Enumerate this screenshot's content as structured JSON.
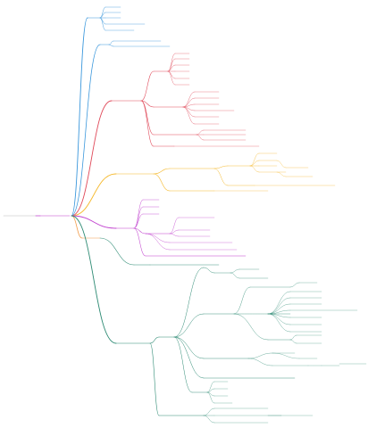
{
  "root": {
    "text": ""
  },
  "center": {
    "text": ""
  },
  "branches": [
    {
      "id": "blue",
      "color": "#3a97dc",
      "text": "",
      "groups": [
        {
          "text": "",
          "leaves": [
            "",
            "",
            "",
            "",
            ""
          ]
        },
        {
          "text": "",
          "leaves": [
            "",
            ""
          ]
        }
      ]
    },
    {
      "id": "orange",
      "color": "#f39c4a",
      "text": "",
      "nodes": []
    },
    {
      "id": "red",
      "color": "#e04a5a",
      "text": "",
      "groups": [
        {
          "text": "",
          "leaves": [
            "",
            "",
            "",
            "",
            "",
            ""
          ]
        },
        {
          "text": "",
          "leaves": [
            "",
            "",
            "",
            "",
            "",
            ""
          ]
        },
        {
          "text": "",
          "leaves": [
            "",
            "",
            ""
          ]
        },
        {
          "text": "",
          "leaves": [
            ""
          ]
        }
      ]
    },
    {
      "id": "yellow",
      "color": "#f5b82a",
      "text": "",
      "groups": [
        {
          "text": "",
          "leaves": [
            "",
            "",
            "",
            ""
          ]
        },
        {
          "text": "",
          "leaves": [
            "",
            ""
          ]
        }
      ]
    },
    {
      "id": "magenta",
      "color": "#c03fce",
      "text": "",
      "groups": [
        {
          "text": "",
          "leaves": [
            "",
            "",
            ""
          ]
        },
        {
          "text": "",
          "leaves": [
            "",
            "",
            "",
            "",
            ""
          ]
        }
      ]
    },
    {
      "id": "teal",
      "color": "#2e8b74",
      "text": "",
      "groups": [
        {
          "text": "",
          "leaves": [
            "",
            ""
          ]
        },
        {
          "text": "",
          "leaves": [
            "",
            "",
            "",
            "",
            "",
            "",
            "",
            "",
            ""
          ]
        },
        {
          "text": "",
          "leaves": [
            "",
            "",
            "",
            ""
          ]
        },
        {
          "text": "",
          "leaves": [
            "",
            "",
            "",
            ""
          ]
        },
        {
          "text": "",
          "leaves": [
            "",
            "",
            ""
          ]
        }
      ]
    }
  ]
}
